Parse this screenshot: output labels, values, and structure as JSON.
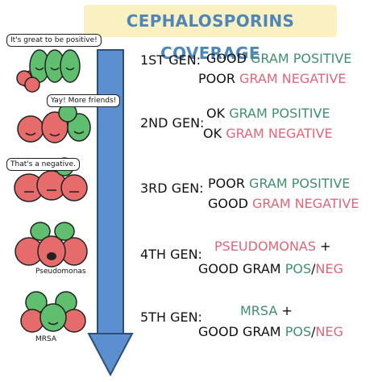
{
  "title": "CEPHALOSPORINS COVERAGE",
  "colors": {
    "gram_positive": "#3f8f6f",
    "gram_negative": "#e0667a",
    "arrow": "#5b8fcf",
    "title_bg": "#fbf0c2"
  },
  "generations": [
    {
      "label": "1ST GEN:",
      "line1": {
        "qual": "GOOD",
        "target": "GRAM POSITIVE"
      },
      "line2": {
        "qual": "POOR",
        "target": "GRAM NEGATIVE"
      }
    },
    {
      "label": "2ND GEN:",
      "line1": {
        "qual": "OK",
        "target": "GRAM POSITIVE"
      },
      "line2": {
        "qual": "OK",
        "target": "GRAM NEGATIVE"
      }
    },
    {
      "label": "3RD GEN:",
      "line1": {
        "qual": "POOR",
        "target": "GRAM POSITIVE"
      },
      "line2": {
        "qual": "GOOD",
        "target": "GRAM NEGATIVE"
      }
    },
    {
      "label": "4TH GEN:",
      "line1": {
        "target": "PSEUDOMONAS",
        "plus": "+"
      },
      "line2": {
        "qual": "GOOD GRAM",
        "pos": "POS",
        "slash": "/",
        "neg": "NEG"
      }
    },
    {
      "label": "5TH GEN:",
      "line1": {
        "target": "MRSA",
        "plus": "+"
      },
      "line2": {
        "qual": "GOOD GRAM",
        "pos": "POS",
        "slash": "/",
        "neg": "NEG"
      }
    }
  ],
  "bubbles": [
    "It's great to be positive!",
    "Yay! More friends!",
    "That's a negative."
  ],
  "captions": {
    "pseudomonas": "Pseudomonas",
    "mrsa": "MRSA"
  }
}
